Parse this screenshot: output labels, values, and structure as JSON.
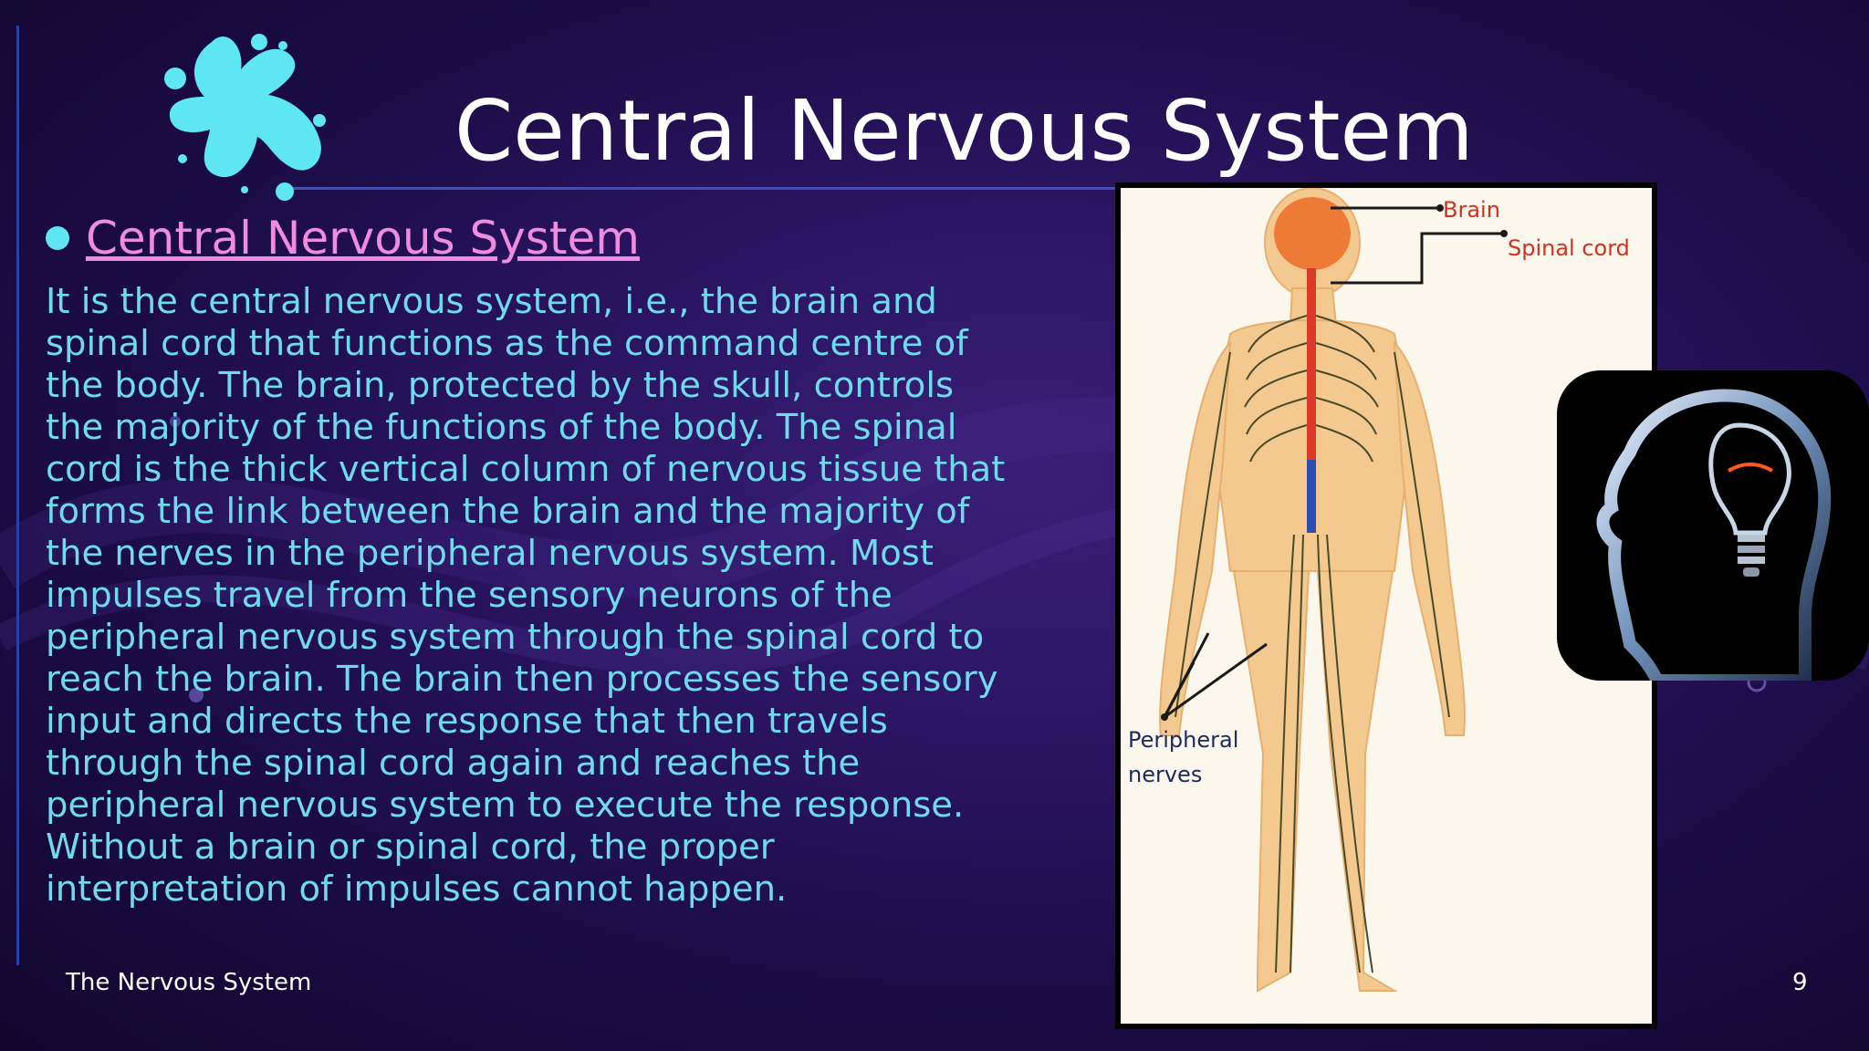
{
  "slide": {
    "title": "Central Nervous System",
    "bullet_heading": "Central Nervous System",
    "body": "It is the central nervous system, i.e., the brain and spinal cord that functions as the command centre of the body. The brain, protected by the skull, controls the majority of the functions of the body. The spinal cord is the thick vertical column of nervous tissue that forms the link between the brain and the majority of the nerves in the peripheral nervous system. Most impulses travel from the sensory neurons of the peripheral nervous system through the spinal cord to reach the brain. The brain then processes the sensory input and directs the response that then travels through the spinal cord again and reaches the peripheral nervous system to execute the response. Without a brain or spinal cord, the proper interpretation of impulses cannot happen."
  },
  "diagram": {
    "label_brain": "Brain",
    "label_spinal": "Spinal cord",
    "label_peripheral_1": "Peripheral",
    "label_peripheral_2": "nerves"
  },
  "footer": {
    "left": "The Nervous System",
    "page_number": "9"
  },
  "colors": {
    "title": "#ffffff",
    "body_text": "#70d9ec",
    "link": "#f08ce0",
    "accent_cyan": "#5ee6f2",
    "background": "#2a1460"
  },
  "icons": [
    "splash-icon",
    "human-nervous-system-diagram",
    "head-lightbulb-image"
  ]
}
